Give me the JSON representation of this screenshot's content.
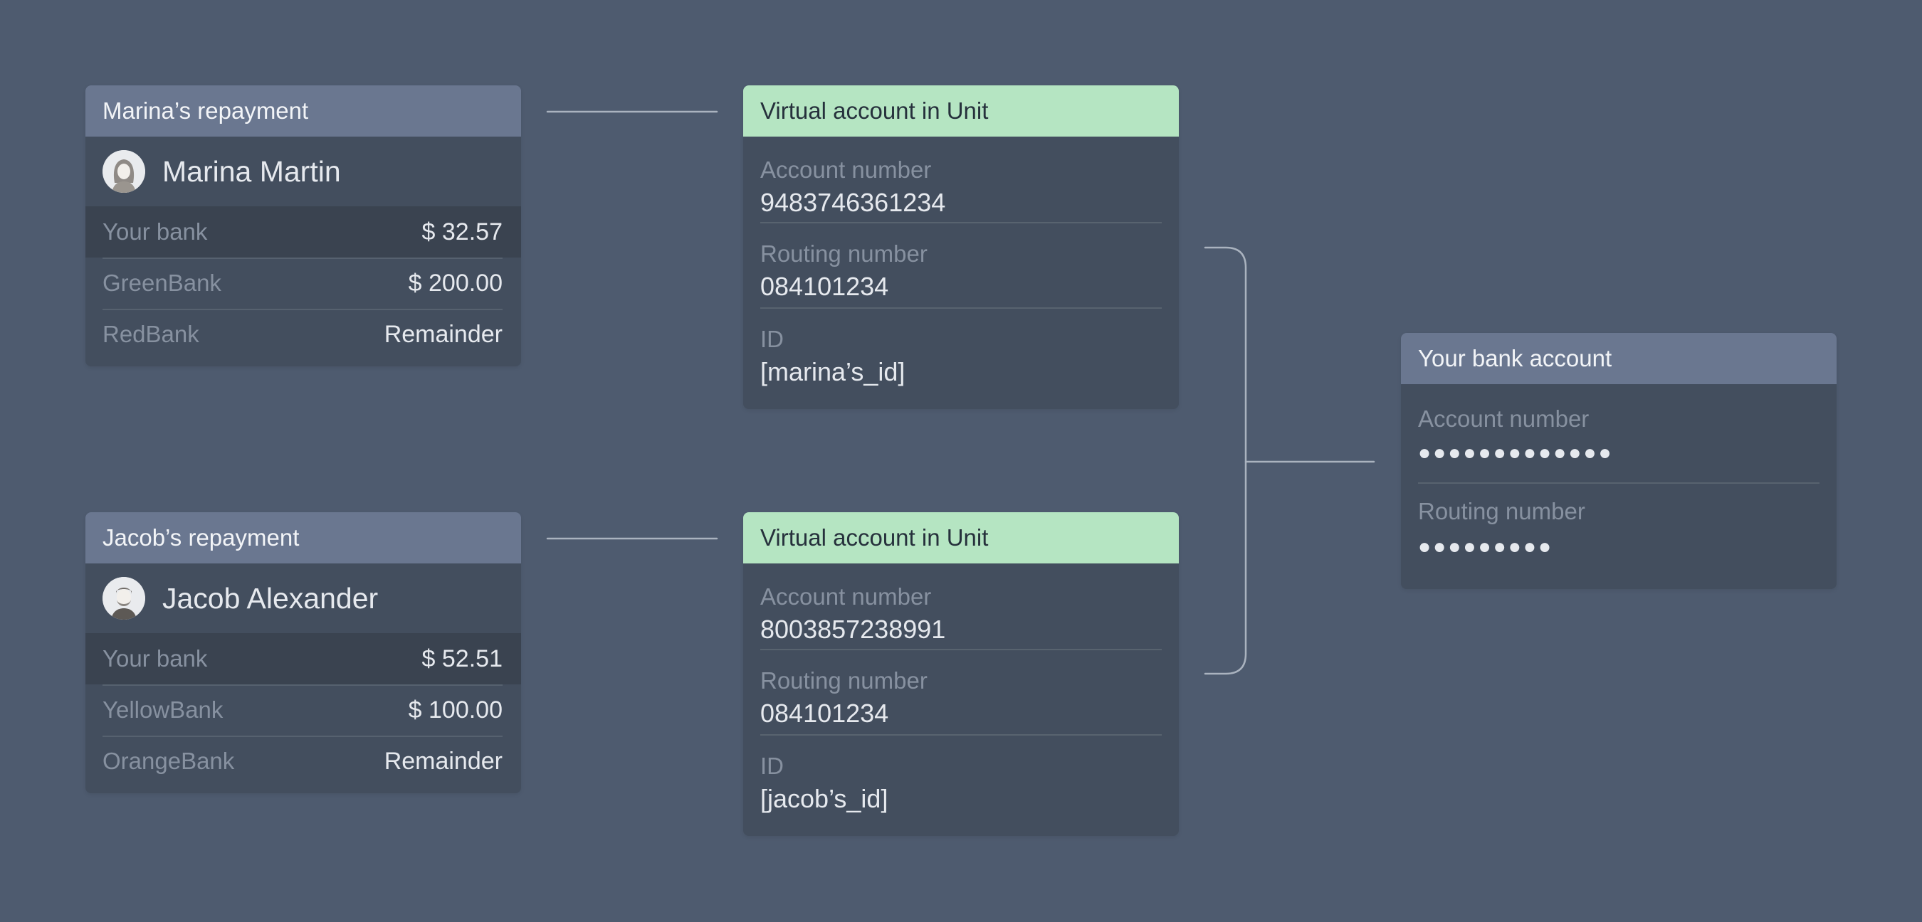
{
  "repayments": [
    {
      "title": "Marina’s repayment",
      "person": "Marina Martin",
      "rows": [
        {
          "label": "Your bank",
          "value": "$ 32.57"
        },
        {
          "label": "GreenBank",
          "value": "$ 200.00"
        },
        {
          "label": "RedBank",
          "value": "Remainder"
        }
      ]
    },
    {
      "title": "Jacob’s repayment",
      "person": "Jacob Alexander",
      "rows": [
        {
          "label": "Your bank",
          "value": "$ 52.51"
        },
        {
          "label": "YellowBank",
          "value": "$ 100.00"
        },
        {
          "label": "OrangeBank",
          "value": "Remainder"
        }
      ]
    }
  ],
  "virtual_accounts": [
    {
      "title": "Virtual account in Unit",
      "account_label": "Account number",
      "account_number": "9483746361234",
      "routing_label": "Routing number",
      "routing_number": "084101234",
      "id_label": "ID",
      "id_value": "[marina’s_id]"
    },
    {
      "title": "Virtual account in Unit",
      "account_label": "Account number",
      "account_number": "8003857238991",
      "routing_label": "Routing number",
      "routing_number": "084101234",
      "id_label": "ID",
      "id_value": "[jacob’s_id]"
    }
  ],
  "bank_account": {
    "title": "Your bank account",
    "account_label": "Account number",
    "account_mask": "●●●●●●●●●●●●●",
    "routing_label": "Routing number",
    "routing_mask": "●●●●●●●●●"
  },
  "colors": {
    "background": "#4e5b6f",
    "card": "#434e5e",
    "header": "#6a7790",
    "virtual_header": "#b5e5c2",
    "connector": "#aab3bf"
  }
}
